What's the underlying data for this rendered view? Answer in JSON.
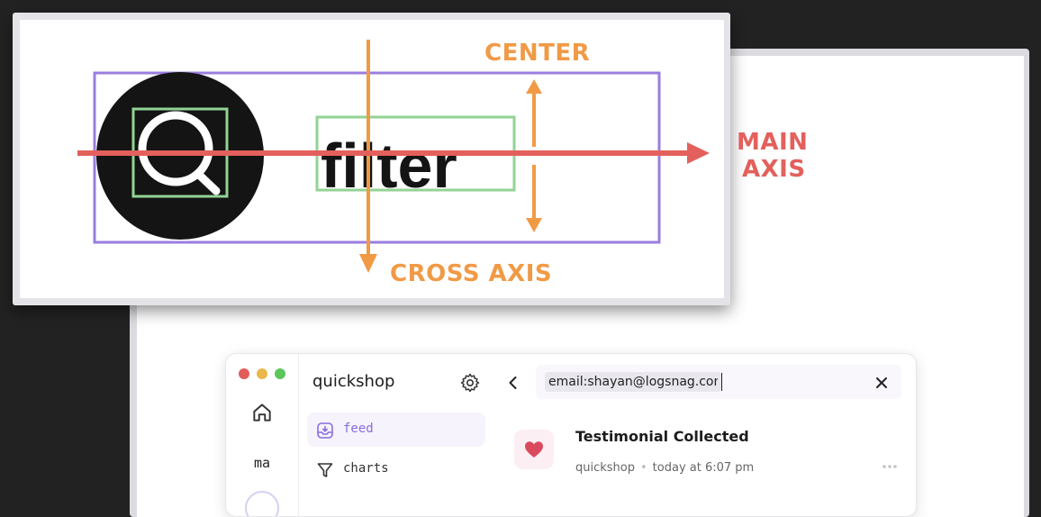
{
  "diagram": {
    "word": "filter",
    "labels": {
      "center": "CENTER",
      "main_axis": [
        "MAIN",
        "AXIS"
      ],
      "cross_axis": "CROSS AXIS"
    },
    "colors": {
      "main_axis": "#e3605c",
      "cross_axis": "#f19a46",
      "container_box": "#9a7de0",
      "item_box": "#92d394",
      "icon_bg": "#141414"
    },
    "icon": "search-icon"
  },
  "app": {
    "window_controls": {
      "red": "#e25d5a",
      "yellow": "#e9b84a",
      "green": "#5cc65b"
    },
    "rail": {
      "home_icon": "home-icon",
      "workspace": "ma"
    },
    "sidebar": {
      "project": "quickshop",
      "items": [
        {
          "label": "feed",
          "icon": "inbox-icon",
          "active": true
        },
        {
          "label": "charts",
          "icon": "funnel-icon",
          "active": false
        }
      ]
    },
    "search": {
      "value": "email:shayan@logsnag.com"
    },
    "event": {
      "title": "Testimonial Collected",
      "project": "quickshop",
      "time": "today at 6:07 pm",
      "icon": "heart-icon"
    },
    "accent": "#8a6cde"
  }
}
